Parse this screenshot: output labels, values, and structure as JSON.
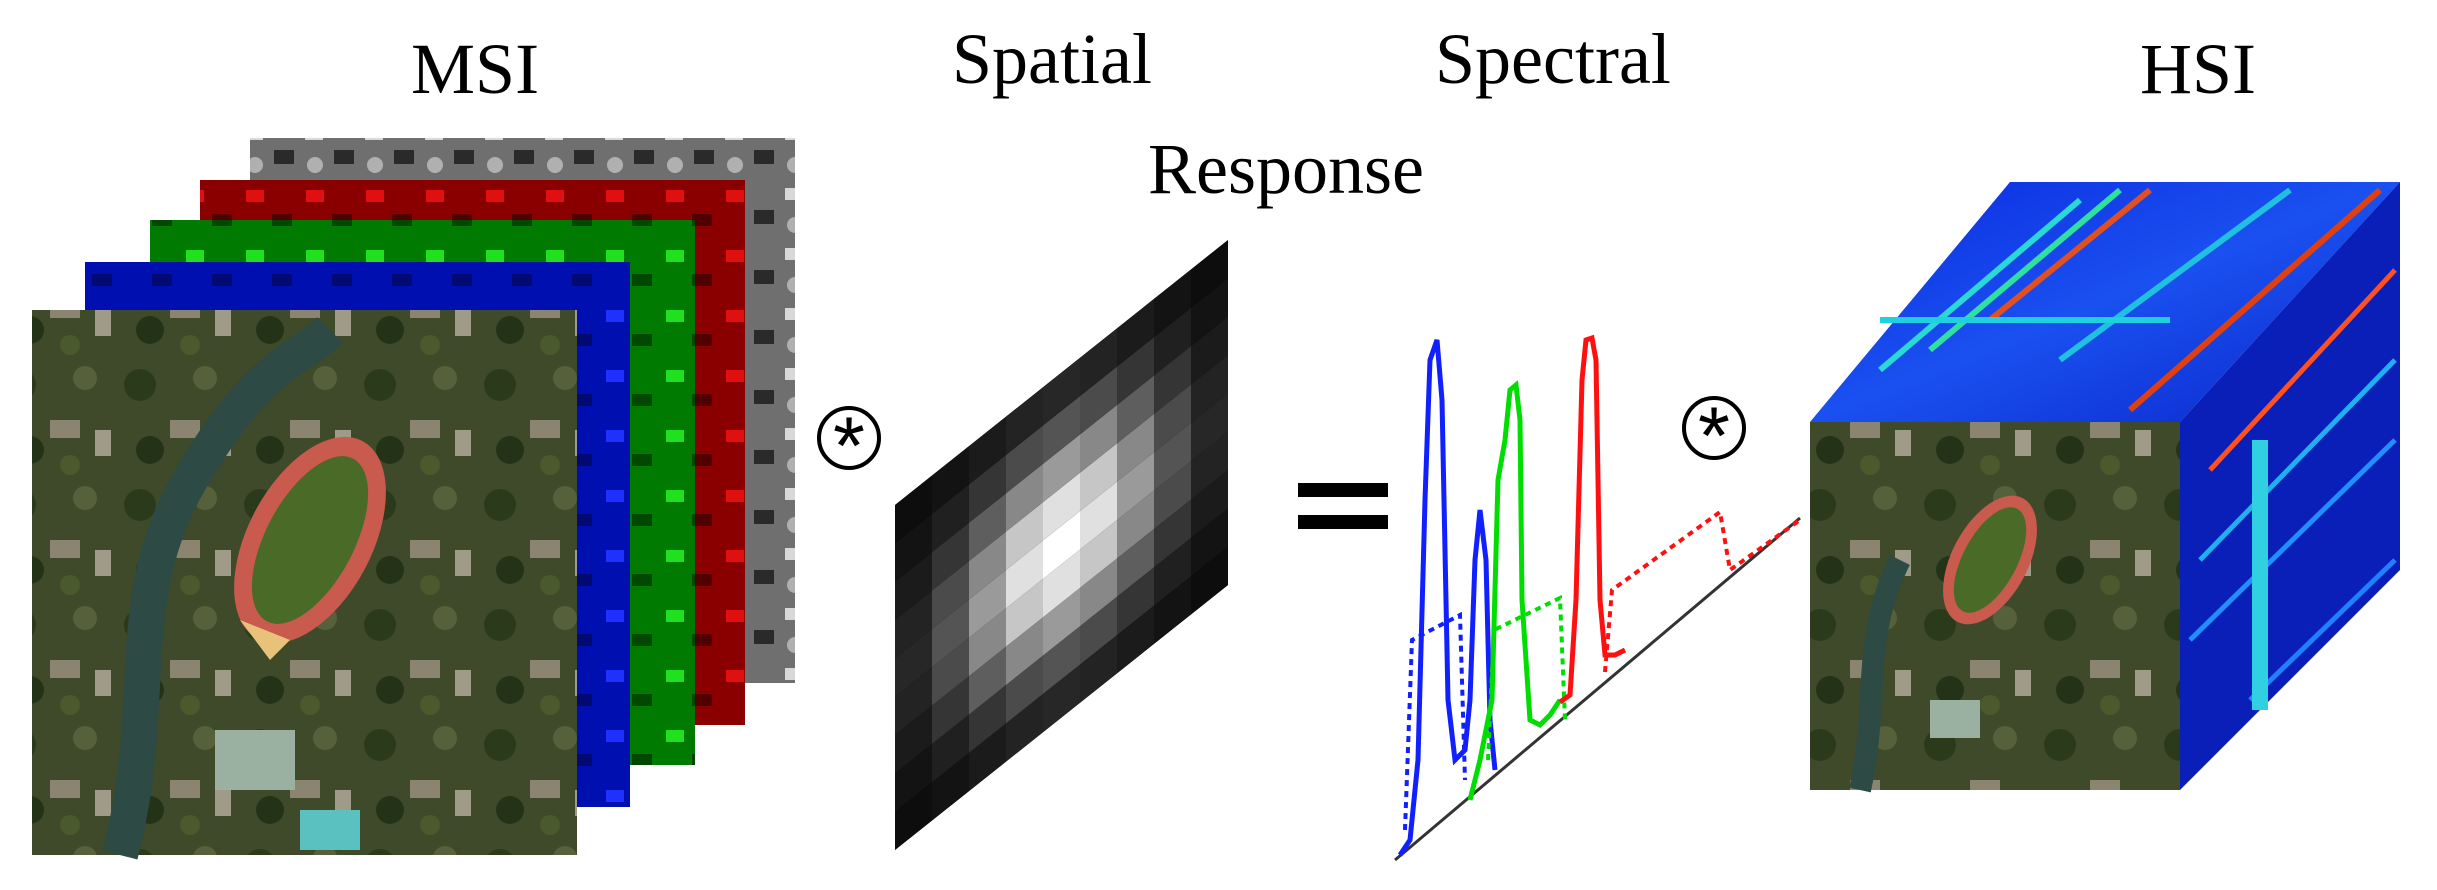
{
  "labels": {
    "msi": "MSI",
    "spatial": "Spatial",
    "response": "Response",
    "spectral": "Spectral",
    "hsi": "HSI"
  },
  "operators": {
    "convolve_1": "*",
    "equals": "=",
    "convolve_2": "*"
  },
  "colors": {
    "band_gray": "#8a8a8a",
    "band_red": "#c00000",
    "band_green": "#00b000",
    "band_blue": "#0010e0",
    "curve_blue": "#1020ff",
    "curve_green": "#00dd00",
    "curve_red": "#ff1010",
    "cube_top": "#1a2fd0",
    "cube_side": "#0a1fb8"
  },
  "icons": {
    "convolve": "circled-asterisk-icon",
    "equals": "equals-sign-icon"
  }
}
